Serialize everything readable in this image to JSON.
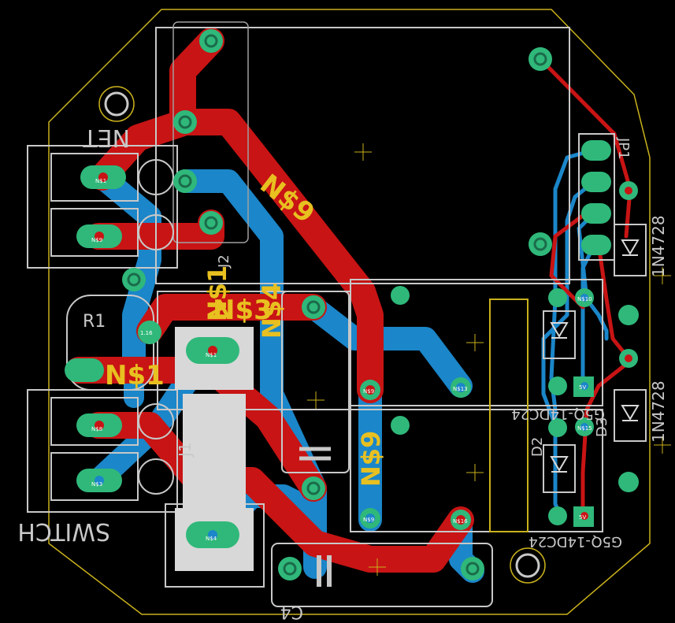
{
  "colors": {
    "background": "#000000",
    "outline": "#c9b11c",
    "top_copper": "#c81414",
    "bottom_copper": "#1b86c9",
    "pad": "#2fb87a",
    "via_ring": "#2fb87a",
    "silkscreen": "#c8c8c8",
    "net_label": "#e8c020"
  },
  "net_labels": {
    "n9_diag": "N$9",
    "n1_top": "N$1",
    "n3": "N$3",
    "n4": "N$4",
    "n1_left": "N$1",
    "n9_vert": "N$9"
  },
  "silkscreen": {
    "net_mirrored": "NET",
    "switch_mirrored": "SWITCH",
    "r1": "R1",
    "diode_type_1": "1N4728",
    "diode_type_2": "1N4728",
    "relay_1": "G5Q-14DC24",
    "relay_2": "G5Q-14DC24",
    "jp1": "JP1",
    "c4": "C4",
    "d2": "D2",
    "d3": "D3",
    "j1": "J1",
    "j2": "J2"
  },
  "pad_labels": {
    "p_net1": "N$1",
    "p_net2": "N$9",
    "p_116": "1.16",
    "p_n1_relay": "N$1",
    "p_n8": "N$8",
    "p_n9a": "N$9",
    "p_n13a": "N$13",
    "p_n3": "N$3",
    "p_n9b": "N$9",
    "p_n16": "N$16",
    "p_n4": "N$4",
    "p_n10": "N$10",
    "p_n5v": "5V",
    "p_n15": "N$15",
    "p_5v": "5V"
  }
}
